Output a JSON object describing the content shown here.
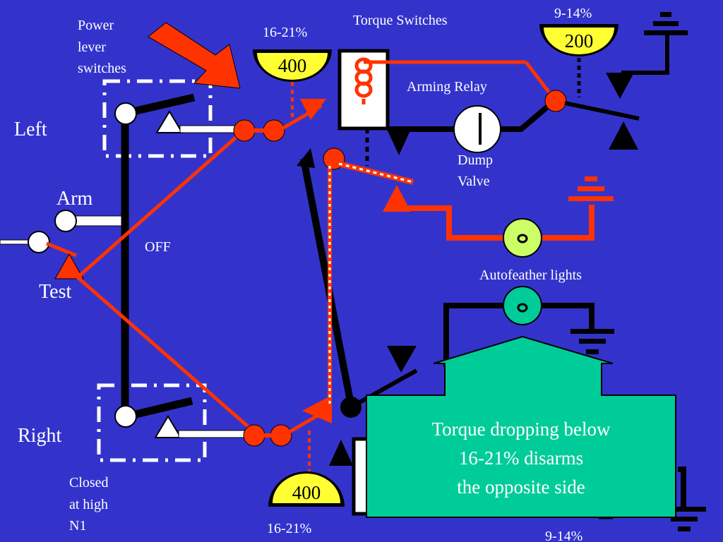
{
  "labels": {
    "power_lever_switches": [
      "Power",
      "lever",
      "switches"
    ],
    "left": "Left",
    "arm": "Arm",
    "off": "OFF",
    "test": "Test",
    "right": "Right",
    "closed_at_high_n1": [
      "Closed",
      "at high",
      "N1"
    ],
    "torque_switches": "Torque Switches",
    "arming_relay": "Arming Relay",
    "dump_valve": [
      "Dump",
      "Valve"
    ],
    "autofeather_lights": "Autofeather lights"
  },
  "gauges": {
    "left_torque": {
      "range": "16-21%",
      "value": "400"
    },
    "left_feather": {
      "range": "9-14%",
      "value": "200"
    },
    "right_torque": {
      "range": "16-21%",
      "value": "400"
    },
    "right_feather": {
      "range": "9-14%"
    }
  },
  "callout": {
    "lines": [
      "Torque dropping below",
      "16-21% disarms",
      "the opposite side"
    ]
  },
  "colors": {
    "background": "#3333cc",
    "wire_active": "#ff3300",
    "wire": "#000000",
    "gauge_fill": "#ffff33",
    "callout_fill": "#00cc99",
    "lamp_top": "#ccff66",
    "lamp_bottom": "#00cc99"
  }
}
